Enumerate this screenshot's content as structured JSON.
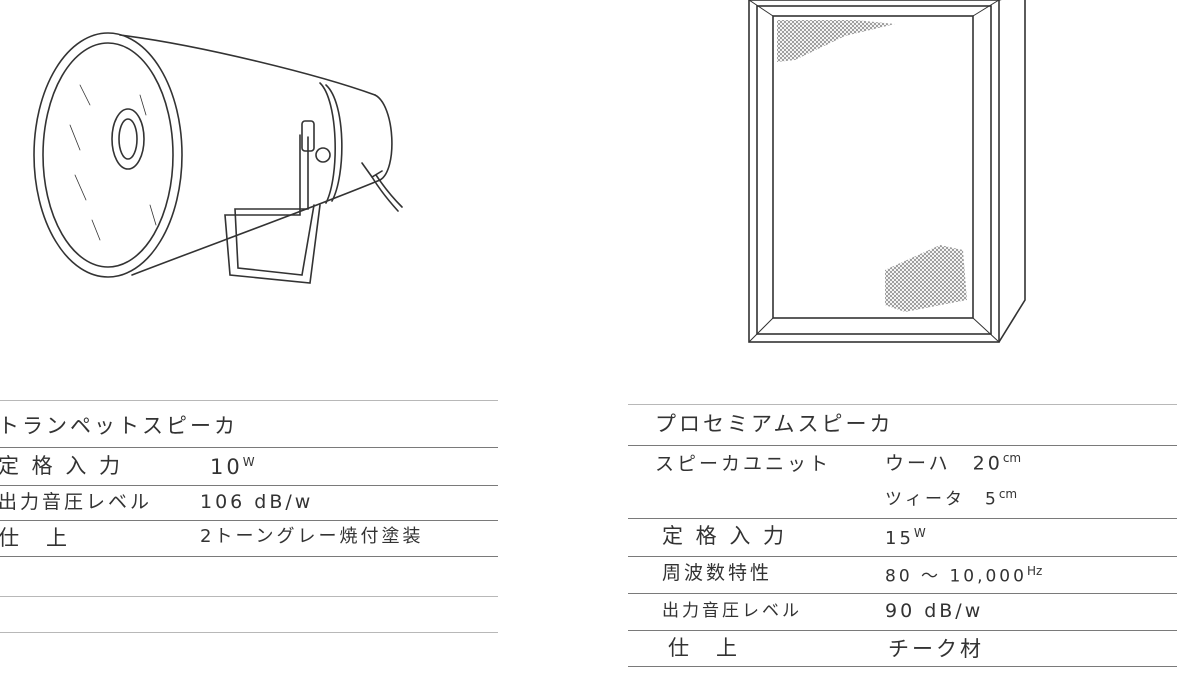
{
  "trumpet_speaker": {
    "title": "トランペットスピーカ",
    "specs": [
      {
        "label": "定 格 入 力",
        "value": "10",
        "unit": "W"
      },
      {
        "label": "出力音圧レベル",
        "value": "106 dB/w",
        "unit": ""
      },
      {
        "label": "仕　上",
        "value": "2トーングレー焼付塗装",
        "unit": ""
      }
    ]
  },
  "proscenium_speaker": {
    "title": "プロセミアムスピーカ",
    "specs": [
      {
        "label": "スピーカユニット",
        "value": "ウーハ　20",
        "unit": "cm"
      },
      {
        "label": "",
        "value": "ツィータ　5",
        "unit": "cm"
      },
      {
        "label": "定 格 入 力",
        "value": "15",
        "unit": "W"
      },
      {
        "label": "周波数特性",
        "value": "80 ～ 10,000",
        "unit": "Hz"
      },
      {
        "label": "出力音圧レベル",
        "value": "90 dB/w",
        "unit": ""
      },
      {
        "label": "仕　上",
        "value": "チーク材",
        "unit": ""
      }
    ]
  }
}
